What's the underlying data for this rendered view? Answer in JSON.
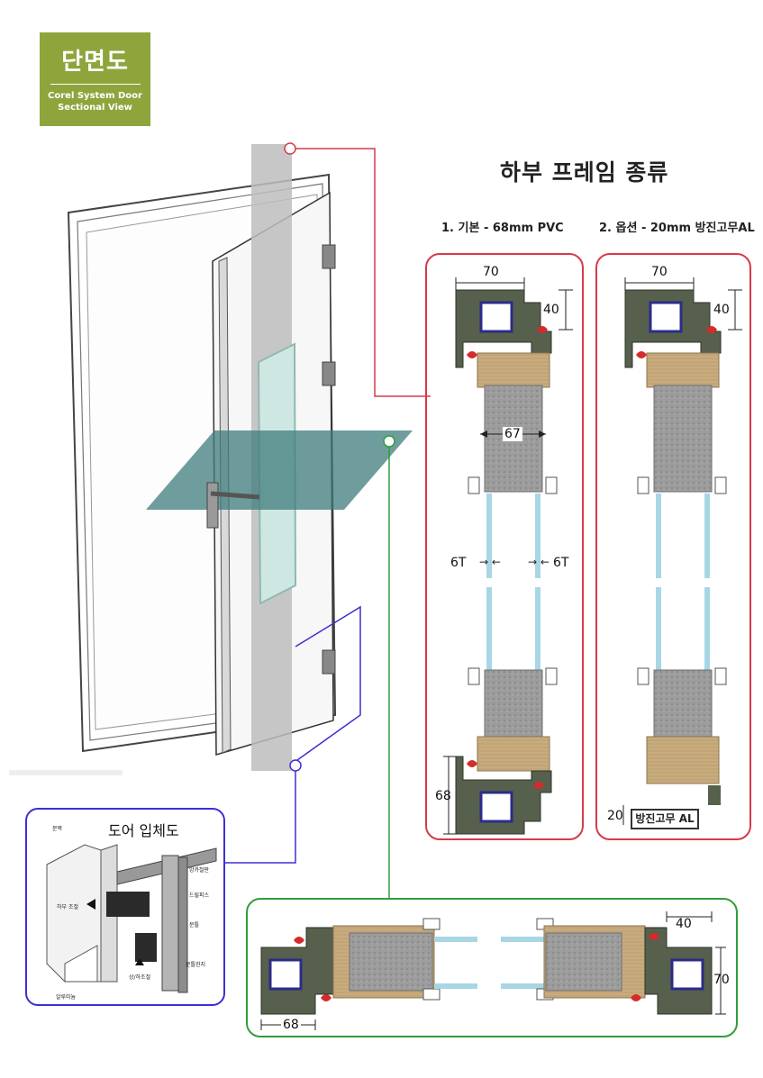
{
  "badge": {
    "title": "단면도",
    "subtitle_line1": "Corel System Door",
    "subtitle_line2": "Sectional View"
  },
  "section_title": "하부 프레임 종류",
  "options": [
    {
      "label": "1. 기본 - 68mm PVC"
    },
    {
      "label": "2. 옵션 - 20mm 방진고무AL"
    }
  ],
  "dims": {
    "width_top_1": "70",
    "height_top_1": "40",
    "panel_width": "67",
    "glass_left": "6T",
    "glass_right": "6T",
    "arrows_left": "→ ←",
    "arrows_right": "→ ←",
    "bottom_height_1": "68",
    "width_top_2": "70",
    "height_top_2": "40",
    "rubber_height": "20",
    "rubber_label": "방진고무 AL",
    "h_section_right_w": "40",
    "h_section_right_h": "70",
    "h_section_left_w": "68"
  },
  "perspective": {
    "title": "도어 입체도",
    "labels": [
      "문짝",
      "앙카철판",
      "드릴피스",
      "하부 조절",
      "문틀",
      "문틀힌지",
      "상/하조절",
      "알루미늄"
    ]
  },
  "colors": {
    "badge": "#8ea53c",
    "red_frame": "#d8394a",
    "green_frame": "#2f9e3a",
    "blue_frame": "#3c2fd4",
    "wood": "#c8ac7e",
    "foam": "#9c9c9c",
    "glass": "#a9d6e5",
    "pvc": "#56604c"
  }
}
